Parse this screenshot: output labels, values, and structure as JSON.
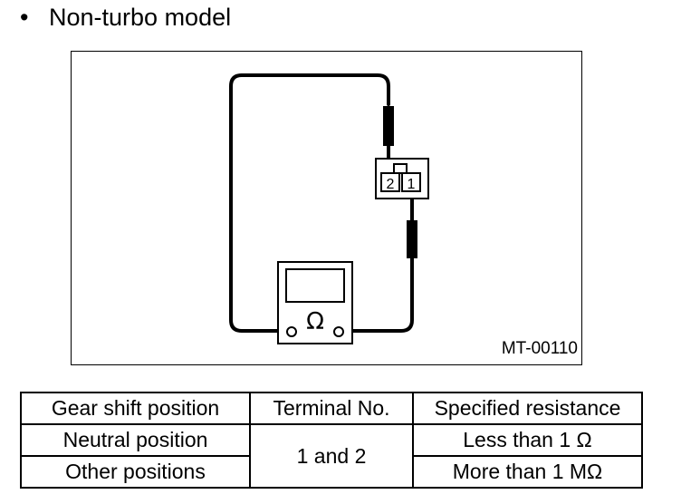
{
  "heading": {
    "bullet": "•",
    "text": "Non-turbo model"
  },
  "figure": {
    "figure_id": "MT-00110",
    "connector_pins": [
      "2",
      "1"
    ],
    "meter_symbol": "Ω"
  },
  "table": {
    "headers": [
      "Gear shift position",
      "Terminal No.",
      "Specified resistance"
    ],
    "rows": [
      {
        "position": "Neutral position",
        "resistance": "Less than 1 Ω"
      },
      {
        "position": "Other positions",
        "resistance": "More than 1 MΩ"
      }
    ],
    "terminal": "1 and 2"
  }
}
